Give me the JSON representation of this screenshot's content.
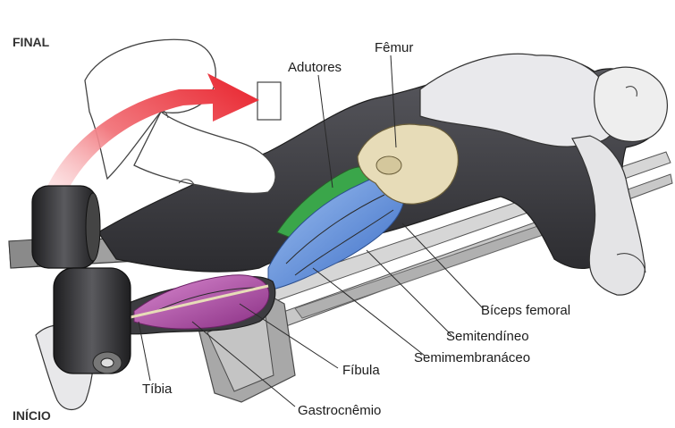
{
  "stage_labels": {
    "final": "FINAL",
    "start": "INÍCIO"
  },
  "muscles": [
    {
      "key": "femur",
      "label": "Fêmur"
    },
    {
      "key": "adductors",
      "label": "Adutores"
    },
    {
      "key": "biceps_femoris",
      "label": "Bíceps femoral"
    },
    {
      "key": "semitendinosus",
      "label": "Semitendíneo"
    },
    {
      "key": "semimembranosus",
      "label": "Semimembranáceo"
    },
    {
      "key": "fibula",
      "label": "Fíbula"
    },
    {
      "key": "tibia",
      "label": "Tíbia"
    },
    {
      "key": "gastrocnemius",
      "label": "Gastrocnêmio"
    }
  ],
  "colors": {
    "arrow": "#e8202a",
    "hamstrings": "#4f7fd6",
    "adductors": "#3aa64a",
    "calf": "#b54aa8",
    "bone": "#e7dcb8",
    "body_dark": "#3c3c40",
    "machine": "#9a9a9a"
  }
}
